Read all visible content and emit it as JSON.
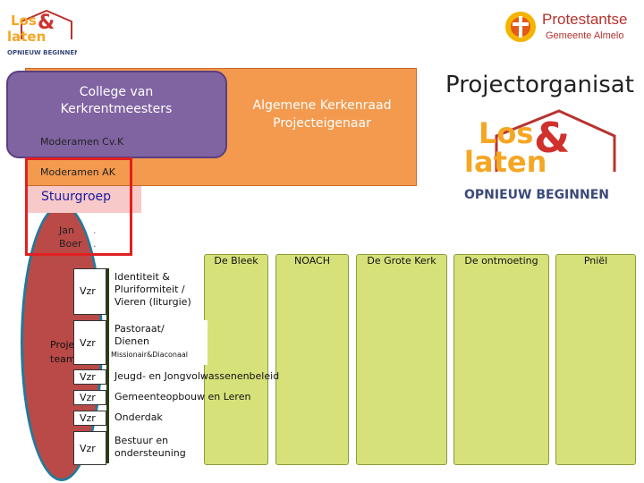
{
  "logo_small": {
    "line1": "Los",
    "line2": "laten",
    "tagline": "OPNIEUW BEGINNEN"
  },
  "logo_big": {
    "line1": "Los",
    "line2": "laten",
    "tagline": "OPNIEUW BEGINNEN"
  },
  "pkn": {
    "name": "Protestantse",
    "sub": "Gemeente Almelo"
  },
  "title": "Projectorganisat",
  "boxes": {
    "college": "College van Kerkrentmeesters",
    "akr_line1": "Algemene Kerkenraad",
    "akr_line2": "Projecteigenaar",
    "moderamen_cvk": "Moderamen Cv.K",
    "moderamen_ak": "Moderamen AK",
    "stuurgroep": "Stuurgroep",
    "jan_line1": "Jan",
    "jan_line2": "Boer",
    "project_team_line1": "Project",
    "project_team_line2": "team"
  },
  "columns": [
    "De Bleek",
    "NOACH",
    "De Grote Kerk",
    "De ontmoeting",
    "Pniël"
  ],
  "rows": [
    {
      "vzr": "Vzr",
      "label_lines": [
        "Identiteit &",
        "Pluriformiteit /",
        "Vieren (liturgie)"
      ]
    },
    {
      "vzr": "Vzr",
      "label_lines": [
        "Pastoraat/",
        "Dienen"
      ],
      "sub": "Missionair&Diaconaal"
    },
    {
      "vzr": "Vzr",
      "label_lines": [
        "Jeugd- en Jongvolwassenenbeleid"
      ]
    },
    {
      "vzr": "Vzr",
      "label_lines": [
        "Gemeenteopbouw en Leren"
      ]
    },
    {
      "vzr": "Vzr",
      "label_lines": [
        "Onderdak"
      ]
    },
    {
      "vzr": "Vzr",
      "label_lines": [
        "Bestuur en",
        "ondersteuning"
      ]
    }
  ],
  "colors": {
    "orange": "#f39a4e",
    "purple": "#8064a2",
    "olive": "#d7e17a",
    "red": "#e02020",
    "brand_orange": "#f5a623"
  }
}
